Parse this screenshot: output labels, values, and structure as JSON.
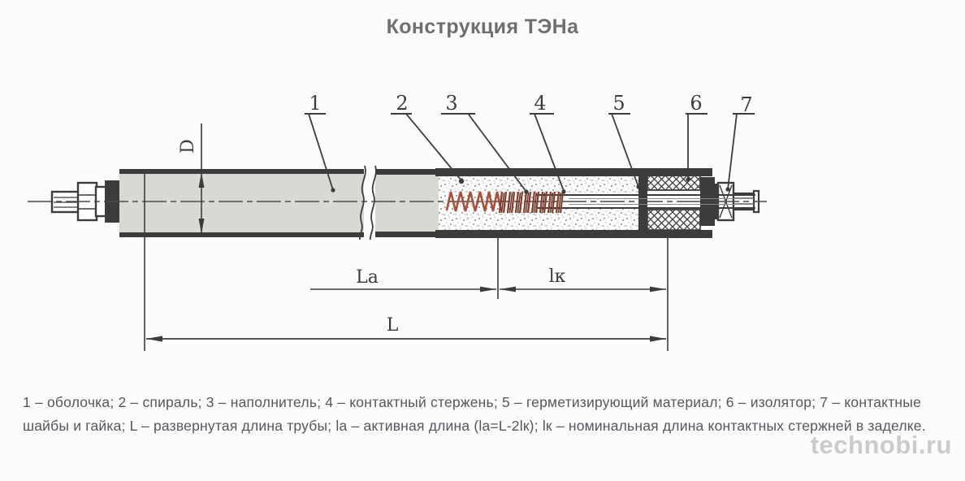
{
  "title": "Конструкция ТЭНа",
  "watermark": "technobi.ru",
  "legend": "1 – оболочка; 2 – спираль; 3 – наполнитель; 4 – контактный стержень; 5 – герметизирующий материал; 6 – изолятор; 7 – контактные шайбы и гайка; L – развернутая длина трубы; lа – активная длина (lа=L-2lк); lк – номинальная длина контактных стержней в заделке.",
  "callouts": {
    "c1": "1",
    "c2": "2",
    "c3": "3",
    "c4": "4",
    "c5": "5",
    "c6": "6",
    "c7": "7"
  },
  "dimensions": {
    "diameter": "D",
    "active_length": "Lа",
    "contact_length": "lк",
    "total_length": "L"
  },
  "colors": {
    "line": "#3c3c3c",
    "tube_fill": "#d9d9d4",
    "spiral": "#a9503a",
    "legend_text": "#56565e",
    "watermark": "#cbcbcb"
  }
}
